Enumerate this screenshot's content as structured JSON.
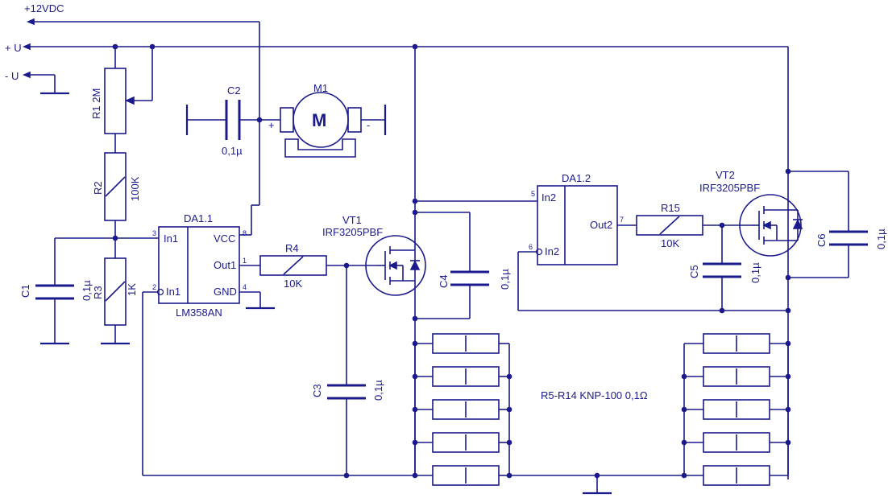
{
  "rails": {
    "v12": "+12VDC",
    "plus_u": "+ U",
    "minus_u": "- U"
  },
  "components": {
    "R1": {
      "ref": "R1",
      "value": "2M"
    },
    "R2": {
      "ref": "R2",
      "value": "100K"
    },
    "R3": {
      "ref": "R3",
      "value": "1K"
    },
    "R4": {
      "ref": "R4",
      "value": "10K"
    },
    "R15": {
      "ref": "R15",
      "value": "10K"
    },
    "C1": {
      "ref": "C1",
      "value": "0,1µ"
    },
    "C2": {
      "ref": "C2",
      "value": "0,1µ"
    },
    "C3": {
      "ref": "C3",
      "value": "0,1µ"
    },
    "C4": {
      "ref": "C4",
      "value": "0,1µ"
    },
    "C5": {
      "ref": "C5",
      "value": "0,1µ"
    },
    "C6": {
      "ref": "C6",
      "value": "0,1µ"
    },
    "M1": {
      "ref": "M1",
      "symbol": "M",
      "plus": "+",
      "minus": "-"
    },
    "VT1": {
      "ref": "VT1",
      "part": "IRF3205PBF"
    },
    "VT2": {
      "ref": "VT2",
      "part": "IRF3205PBF"
    },
    "DA11": {
      "ref": "DA1.1",
      "part": "LM358AN",
      "in1": "In1",
      "in1_inv": "In1",
      "vcc": "VCC",
      "out1": "Out1",
      "gnd": "GND",
      "pins": {
        "p3": "3",
        "p2": "2",
        "p8": "8",
        "p1": "1",
        "p4": "4"
      }
    },
    "DA12": {
      "ref": "DA1.2",
      "in2": "In2",
      "in2_inv": "In2",
      "out2": "Out2",
      "pins": {
        "p5": "5",
        "p6": "6",
        "p7": "7"
      }
    },
    "shunts": {
      "label": "R5-R14 KNP-100 0,1Ω"
    }
  }
}
